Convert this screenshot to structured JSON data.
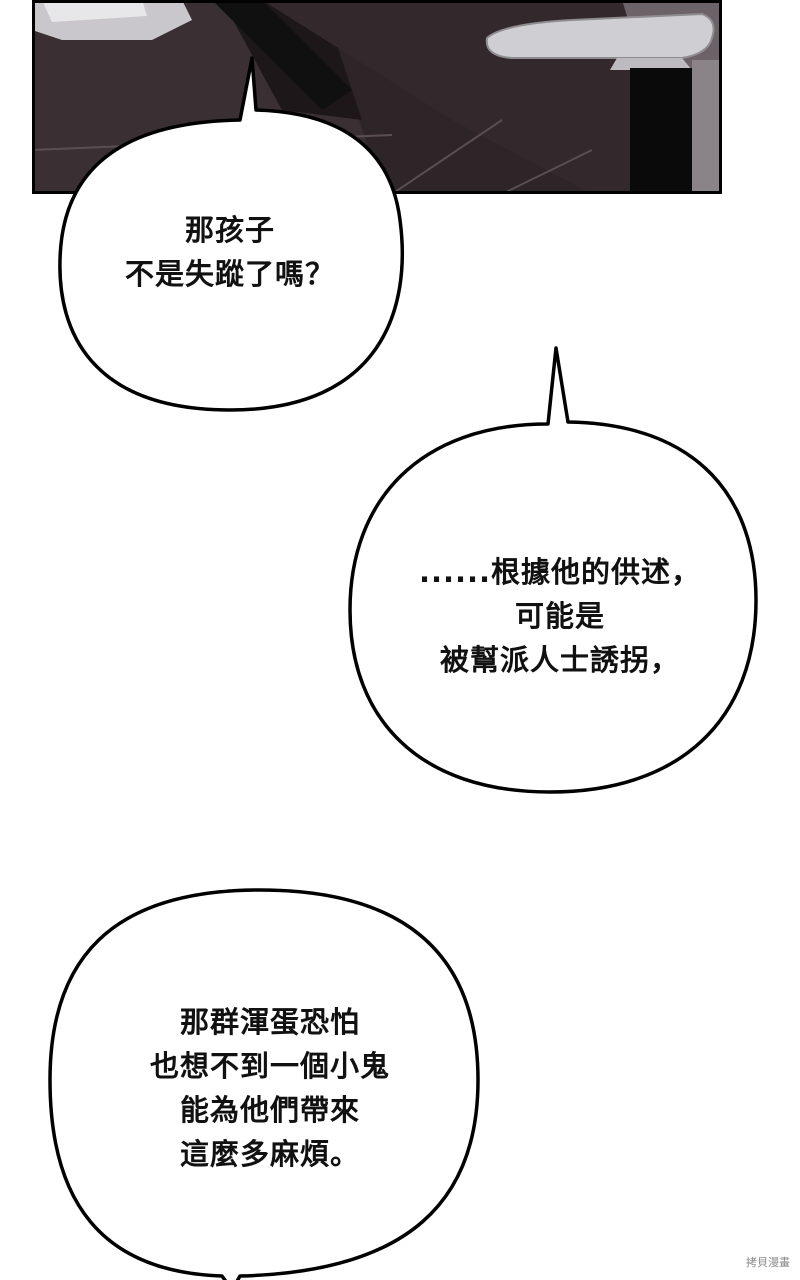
{
  "bubbles": [
    {
      "lines": [
        "那孩子",
        "不是失蹤了嗎？"
      ]
    },
    {
      "lines": [
        "......根據他的供述，",
        "可能是",
        "被幫派人士誘拐，"
      ]
    },
    {
      "lines": [
        "那群渾蛋恐怕",
        "也想不到一個小鬼",
        "能為他們帶來",
        "這麼多麻煩。"
      ]
    }
  ],
  "watermark": "拷貝漫畫",
  "colors": {
    "panel_dark": "#2e2528",
    "panel_mid": "#4a3e42",
    "panel_light": "#d9d8dc",
    "bubble_outline": "#000000",
    "text": "#111111"
  }
}
